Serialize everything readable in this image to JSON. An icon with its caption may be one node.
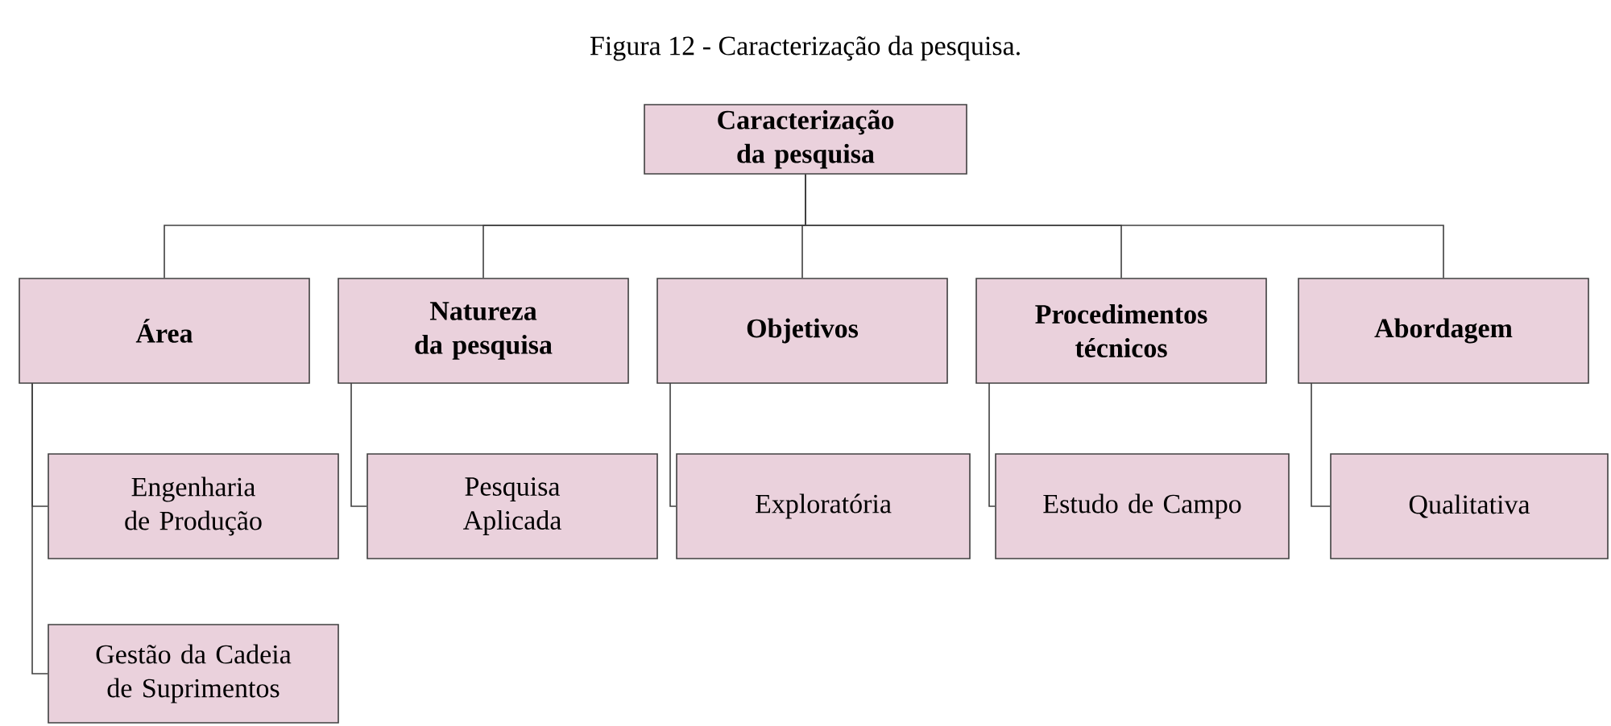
{
  "diagram": {
    "title": "Figura 12 - Caracterização da pesquisa.",
    "nodes": [
      {
        "text": [
          "Caracterização da pesquisa"
        ]
      },
      {
        "text": [
          "Área"
        ]
      },
      {
        "text": [
          "Natureza da pesquisa"
        ]
      },
      {
        "text": [
          "Objetivos"
        ]
      },
      {
        "text": [
          "Procedimentos técnicos"
        ]
      },
      {
        "text": [
          "Abordagem"
        ]
      },
      {
        "text": [
          "Engenharia de Produção"
        ]
      },
      {
        "text": [
          "Gestão da Cadeia de Suprimentos"
        ]
      },
      {
        "text": [
          "Pesquisa Aplicada"
        ]
      },
      {
        "text": [
          "Exploratória"
        ]
      },
      {
        "text": [
          "Estudo de Campo"
        ]
      },
      {
        "text": [
          "Qualitativa"
        ]
      }
    ],
    "edges": [
      {
        "from": 0,
        "to": 1,
        "arrow": "none"
      },
      {
        "from": 0,
        "to": 2,
        "arrow": "none"
      },
      {
        "from": 0,
        "to": 3,
        "arrow": "none"
      },
      {
        "from": 0,
        "to": 4,
        "arrow": "none"
      },
      {
        "from": 0,
        "to": 5,
        "arrow": "none"
      },
      {
        "from": 1,
        "to": 6,
        "arrow": "none"
      },
      {
        "from": 1,
        "to": 7,
        "arrow": "none"
      },
      {
        "from": 2,
        "to": 8,
        "arrow": "none"
      },
      {
        "from": 3,
        "to": 9,
        "arrow": "none"
      },
      {
        "from": 4,
        "to": 10,
        "arrow": "none"
      },
      {
        "from": 5,
        "to": 11,
        "arrow": "none"
      }
    ]
  }
}
